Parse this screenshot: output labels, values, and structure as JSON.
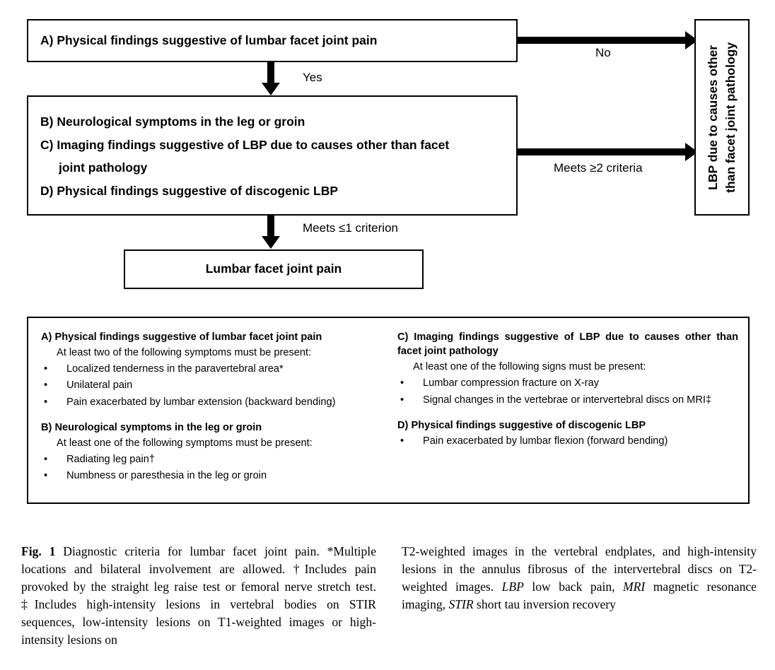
{
  "flowchart": {
    "box_a": "A) Physical findings suggestive of lumbar facet joint pain",
    "box_bcd": {
      "b": "B) Neurological symptoms in the leg or groin",
      "c_line1": "C) Imaging findings suggestive of LBP due to causes other than facet",
      "c_line2": "joint pathology",
      "d": "D) Physical findings suggestive of discogenic LBP"
    },
    "box_final": "Lumbar facet joint pain",
    "box_outcome_line1": "LBP due to causes other",
    "box_outcome_line2": "than facet joint pathology",
    "labels": {
      "no": "No",
      "yes": "Yes",
      "meets_two": "Meets ≥2 criteria",
      "meets_one": "Meets ≤1 criterion"
    }
  },
  "criteria": {
    "left": [
      {
        "heading": "A) Physical findings suggestive of lumbar facet joint pain",
        "subheading": "At least two of the following symptoms must be present:",
        "bullets": [
          "Localized tenderness in the paravertebral area*",
          "Unilateral pain",
          "Pain exacerbated by lumbar extension (backward bending)"
        ]
      },
      {
        "heading": "B) Neurological symptoms in the leg or groin",
        "subheading": "At least one of the following symptoms must be present:",
        "bullets": [
          "Radiating leg pain†",
          "Numbness or paresthesia in the leg or groin"
        ]
      }
    ],
    "right": [
      {
        "heading": "C) Imaging findings suggestive of LBP due to causes other than facet joint pathology",
        "subheading": "At least one of the following signs must be present:",
        "bullets": [
          "Lumbar compression fracture on X-ray",
          "Signal changes in the vertebrae or intervertebral discs on MRI‡"
        ]
      },
      {
        "heading": "D) Physical findings suggestive of discogenic LBP",
        "subheading": "",
        "bullets": [
          "Pain exacerbated by lumbar flexion (forward bending)"
        ]
      }
    ],
    "bullet_glyph": "•"
  },
  "caption": {
    "figure_label": "Fig. 1",
    "left_text": " Diagnostic criteria for lumbar facet joint pain. *Multiple locations and bilateral involvement are allowed. †Includes pain provoked by the straight leg raise test or femoral nerve stretch test. ‡Includes high-intensity lesions in vertebral bodies on STIR sequences, low-intensity lesions on T1-weighted images or high-intensity lesions on",
    "right_text_1": "T2-weighted images in the vertebral endplates, and high-intensity lesions in the annulus fibrosus of the intervertebral discs on T2-weighted images. ",
    "right_abbr_1": "LBP",
    "right_text_2": " low back pain, ",
    "right_abbr_2": "MRI",
    "right_text_3": " magnetic resonance imaging, ",
    "right_abbr_3": "STIR",
    "right_text_4": " short tau inversion recovery"
  },
  "colors": {
    "stroke": "#000000",
    "background": "#ffffff"
  }
}
